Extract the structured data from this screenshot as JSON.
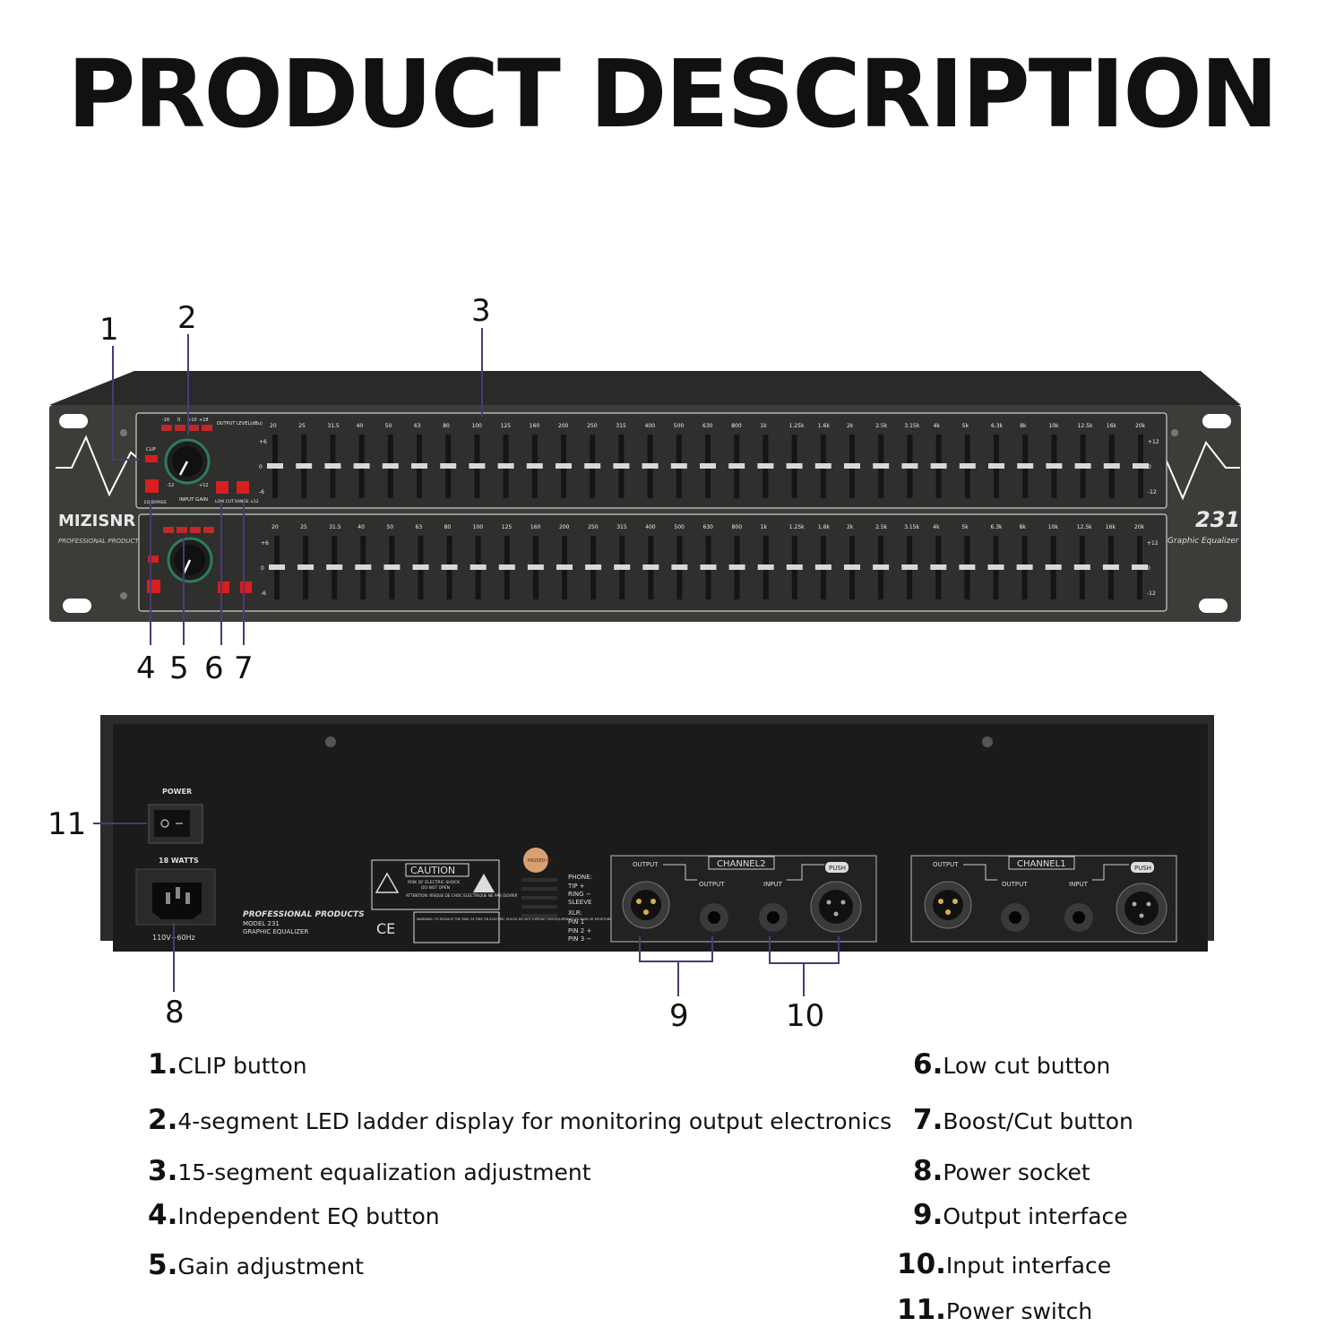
{
  "title": "PRODUCT DESCRIPTION",
  "front_panel": {
    "brand": "MIZISNR",
    "brand_sub": "PROFESSIONAL PRODUCTS",
    "model": "231",
    "model_sub": "Graphic Equalizer",
    "output_level_label": "OUTPUT LEVEL(dBu)",
    "led_scale": [
      "-16",
      "0",
      "+10",
      "+18"
    ],
    "clip_label": "CLIP",
    "eq_bypass_label": "EQ BYPASS",
    "input_gain_label": "INPUT GAIN",
    "low_cut_label": "LOW CUT",
    "range_label": "RANGE ±12",
    "gain_scale": [
      "-12",
      "+12"
    ],
    "freqs": [
      "20",
      "25",
      "31.5",
      "40",
      "50",
      "63",
      "80",
      "100",
      "125",
      "160",
      "200",
      "250",
      "315",
      "400",
      "500",
      "630",
      "800",
      "1k",
      "1.25k",
      "1.6k",
      "2k",
      "2.5k",
      "3.15k",
      "4k",
      "5k",
      "6.3k",
      "8k",
      "10k",
      "12.5k",
      "16k",
      "20k"
    ],
    "left_scale": [
      "+6",
      "0",
      "-6"
    ],
    "right_scale": [
      "+12",
      "0",
      "-12"
    ]
  },
  "rear_panel": {
    "power_label": "POWER",
    "watts_label": "18 WATTS",
    "voltage_label": "110V~60Hz",
    "product_line1": "PROFESSIONAL PRODUCTS",
    "product_line2": "MODEL 231",
    "product_line3": "GRAPHIC EQUALIZER",
    "caution_label": "CAUTION",
    "caution_sub1": "RISK OF ELECTRIC SHOCK",
    "caution_sub2": "DO NOT OPEN",
    "attention_label": "ATTENTION: RISQUE DE CHOC ELECTRIQUE NE PAS OUVRIR",
    "warning_label": "WARNING: TO REDUCE THE RISK OF FIRE OR ELECTRIC SHOCK DO NOT EXPOSE THIS EQUIPMENT TO RAIN OR MOISTURE",
    "ce_label": "CE",
    "phone_label": "PHONE:",
    "tip_label": "TIP +",
    "ring_label": "RING −",
    "sleeve_label": "SLEEVE",
    "xlr_label": "XLR:",
    "pin1_label": "PIN 1",
    "pin2_label": "PIN 2 +",
    "pin3_label": "PIN 3 −",
    "sticker_label": "PASSED QC",
    "channel2_label": "CHANNEL2",
    "channel1_label": "CHANNEL1",
    "output_label": "OUTPUT",
    "input_label": "INPUT",
    "push_label": "PUSH"
  },
  "callouts": [
    "1",
    "2",
    "3",
    "4",
    "5",
    "6",
    "7",
    "8",
    "9",
    "10",
    "11"
  ],
  "legend_left": [
    {
      "num": "1.",
      "text": "CLIP button"
    },
    {
      "num": "2.",
      "text": "4-segment LED ladder display for monitoring output electronics"
    },
    {
      "num": "3.",
      "text": "15-segment equalization adjustment"
    },
    {
      "num": "4.",
      "text": "Independent EQ button"
    },
    {
      "num": "5.",
      "text": "Gain adjustment"
    }
  ],
  "legend_right": [
    {
      "num": "6.",
      "text": "Low cut button"
    },
    {
      "num": "7.",
      "text": "Boost/Cut button"
    },
    {
      "num": "8.",
      "text": "Power socket"
    },
    {
      "num": "9.",
      "text": "Output interface"
    },
    {
      "num": "10.",
      "text": "Input interface"
    },
    {
      "num": "11.",
      "text": "Power switch"
    }
  ],
  "colors": {
    "panel": "#3a3a38",
    "chassis": "#1a1a1a",
    "button": "#d81e1e",
    "text": "#111111"
  }
}
